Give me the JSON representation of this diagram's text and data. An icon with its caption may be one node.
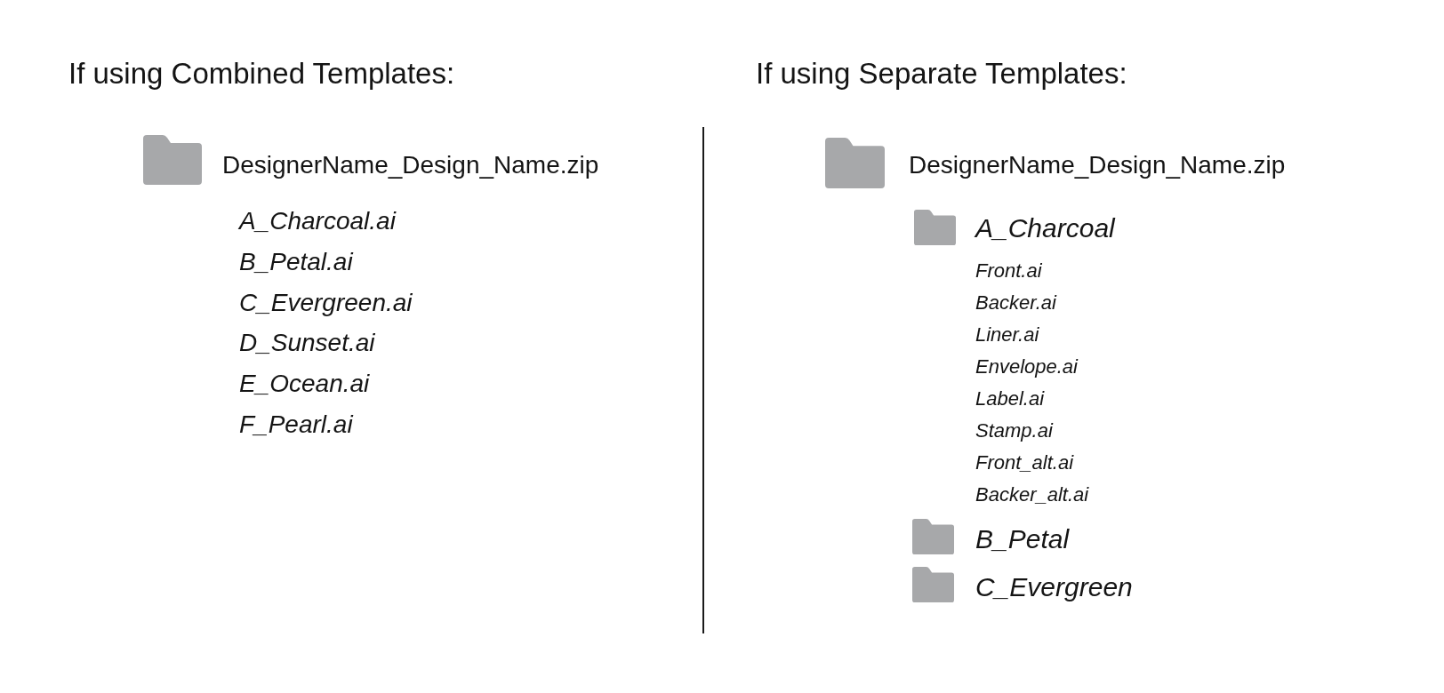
{
  "diagram": {
    "labels": [
      "If using Combined Templates:",
      "DesignerName_Design_Name.zip",
      "A_Charcoal.ai",
      "B_Petal.ai",
      "C_Evergreen.ai",
      "D_Sunset.ai",
      "E_Ocean.ai",
      "F_Pearl.ai",
      "If using Separate Templates:",
      "DesignerName_Design_Name.zip",
      "A_Charcoal",
      "Front.ai",
      "Backer.ai",
      "Liner.ai",
      "Envelope.ai",
      "Label.ai",
      "Stamp.ai",
      "Front_alt.ai",
      "Backer_alt.ai",
      "B_Petal",
      "C_Evergreen"
    ]
  }
}
